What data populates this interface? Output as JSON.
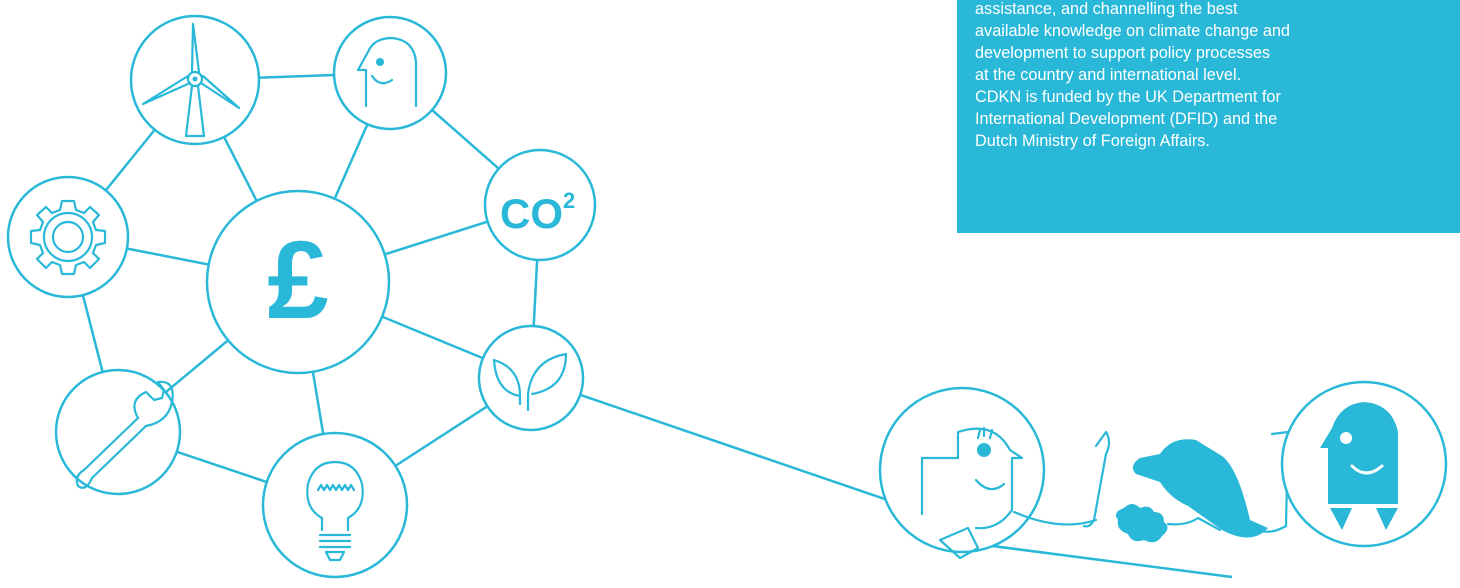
{
  "panel": {
    "lines": [
      "assistance, and channelling the best",
      "available knowledge on climate change and",
      "development to support policy processes",
      "at the country and international level.",
      "CDKN is funded by the UK Department for",
      "International Development (DFID) and the",
      "Dutch Ministry of Foreign Affairs."
    ]
  },
  "network": {
    "center_symbol": "£",
    "co2_label": "CO",
    "co2_superscript": "2"
  },
  "colors": {
    "accent": "#29b8d8",
    "background": "#ffffff",
    "panel_text": "#ffffff"
  },
  "icons": [
    "wind-turbine-icon",
    "person-icon",
    "co2-icon",
    "gear-icon",
    "pound-icon",
    "sprout-icon",
    "wrench-icon",
    "lightbulb-icon",
    "woman-icon",
    "handshake-icon",
    "man-icon"
  ]
}
